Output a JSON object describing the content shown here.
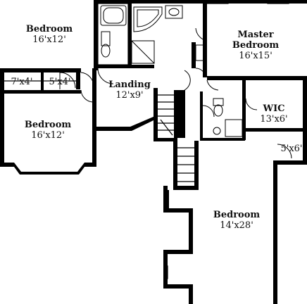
{
  "rooms": [
    {
      "name": "Bedroom",
      "size": "16'x12'"
    },
    {
      "name": "7'x4'",
      "size": ""
    },
    {
      "name": "5'x4'",
      "size": ""
    },
    {
      "name": "Bedroom",
      "size": "16'x12'"
    },
    {
      "name": "Landing",
      "size": "12'x9'"
    },
    {
      "name": "Master",
      "name2": "Bedroom",
      "size": "16'x15'"
    },
    {
      "name": "WIC",
      "size": "13'x6'"
    },
    {
      "name": "5'x6'",
      "size": ""
    },
    {
      "name": "Bedroom",
      "size": "14'x28'"
    }
  ]
}
